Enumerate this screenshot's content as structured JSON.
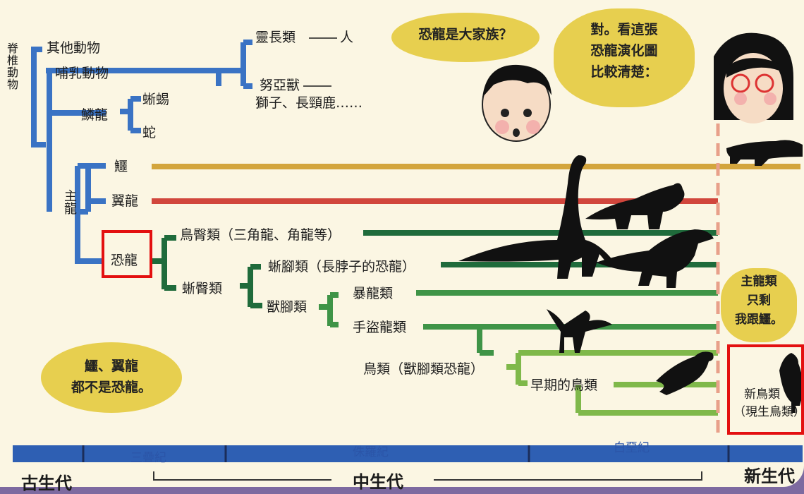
{
  "vertebrates": "脊椎動物",
  "other_animals": "其他動物",
  "mammals": "哺乳動物",
  "primates": "靈長類",
  "human": "人",
  "nuya_beast": "努亞獸",
  "lion_giraffe": "獅子、長頸鹿……",
  "lepidosaurs": "鱗龍",
  "lizard": "蜥蜴",
  "snake": "蛇",
  "archosaurs": "主龍",
  "crocodile": "鱷",
  "pterosaur": "翼龍",
  "dinosaur": "恐龍",
  "ornithischia": "鳥臀類（三角龍、角龍等）",
  "saurischia": "蜥臀類",
  "sauropoda": "蜥腳類（長脖子的恐龍）",
  "theropoda": "獸腳類",
  "tyrannosaur": "暴龍類",
  "maniraptor": "手盜龍類",
  "birds": "鳥類（獸腳類恐龍）",
  "early_birds": "早期的鳥類",
  "neornithes_1": "新鳥類",
  "neornithes_2": "（現生鳥類）",
  "bubble_boy": "恐龍是大家族？",
  "bubble_woman_1": "對。看這張",
  "bubble_woman_2": "恐龍演化圖",
  "bubble_woman_3": "比較清楚：",
  "bubble_left_1": "鱷、翼龍",
  "bubble_left_2": "都不是恐龍。",
  "bubble_right_1": "主龍類",
  "bubble_right_2": "只剩",
  "bubble_right_3": "我跟鱷。",
  "era_triassic": "三疊紀",
  "era_jurassic": "侏羅紀",
  "era_cretaceous": "白堊紀",
  "era_paleozoic": "古生代",
  "era_mesozoic": "中生代",
  "era_cenozoic": "新生代",
  "colors": {
    "blue": "#3a73c4",
    "gold": "#d3a53d",
    "red": "#d1463c",
    "dark_green": "#1f6b3b",
    "green": "#3f9447",
    "light_green": "#7fb84a",
    "bubble": "#e7cf4f",
    "highlight": "#e31010"
  }
}
